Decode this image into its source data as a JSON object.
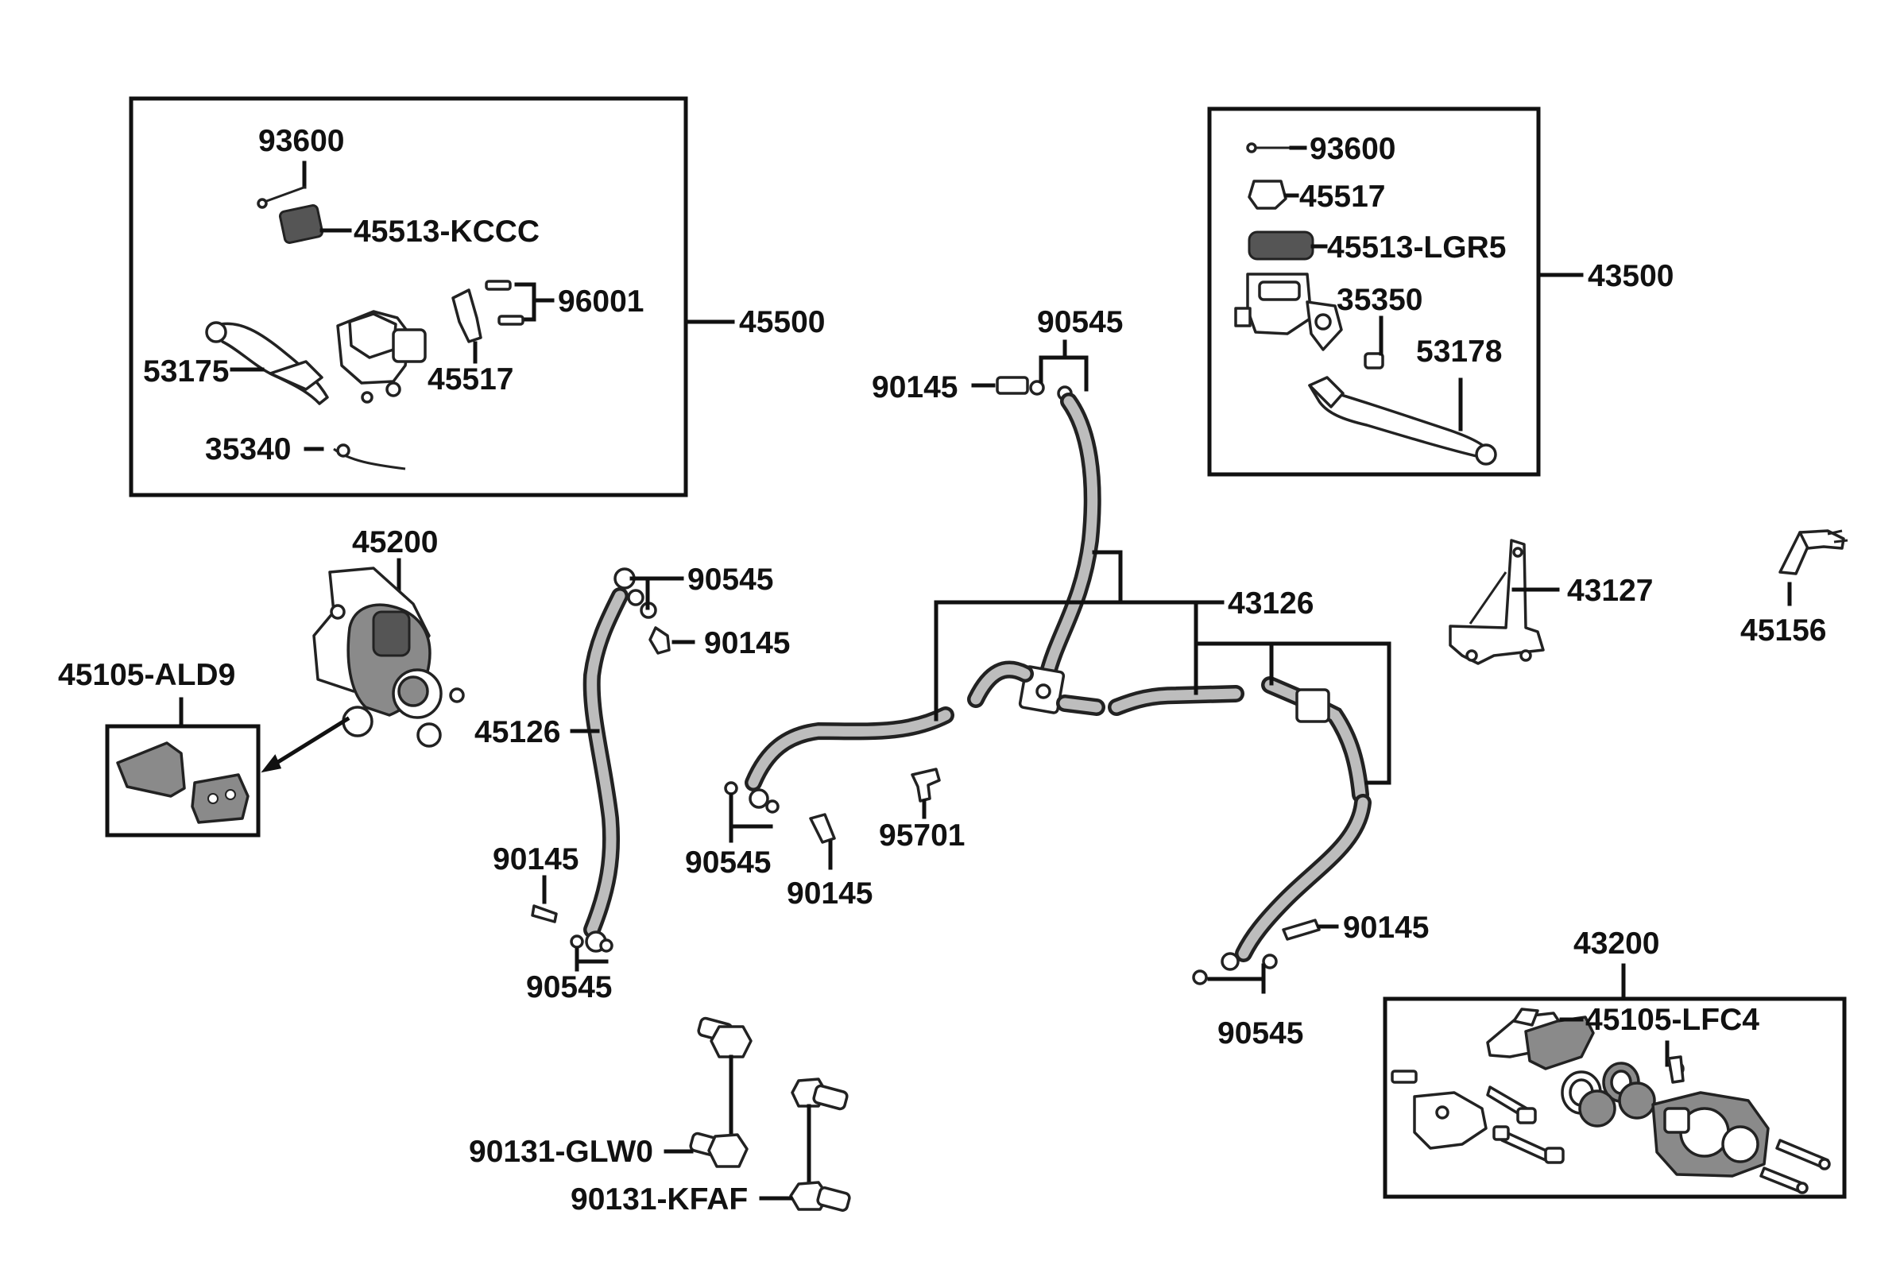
{
  "groups": {
    "front_master_kit": "45500",
    "rear_master_kit": "43500",
    "rear_caliper_kit": "43200"
  },
  "labels": {
    "front_kit": {
      "screw": "93600",
      "cap": "45513-KCCC",
      "screws_96001": "96001",
      "lever": "53175",
      "holder": "45517",
      "switch": "35340"
    },
    "rear_kit": {
      "screw": "93600",
      "holder": "45517",
      "cap": "45513-LGR5",
      "switch": "35350",
      "lever": "53178"
    },
    "front_caliper": "45200",
    "front_pads": "45105-ALD9",
    "front_hose": "45126",
    "front_hose_washer_top": "90545",
    "front_hose_bolt_top": "90145",
    "front_hose_bolt_bottom": "90145",
    "front_hose_washer_bottom": "90545",
    "hose_assy": "43126",
    "top_bolt": "90145",
    "top_washers": "90545",
    "mid_washers": "90545",
    "mid_bolt": "90145",
    "mid_bolt_95701": "95701",
    "right_bolt": "90145",
    "right_washers": "90545",
    "bracket": "43127",
    "clip": "45156",
    "rear_pads": "45105-LFC4",
    "bolt_glw0": "90131-GLW0",
    "bolt_kfaf": "90131-KFAF"
  }
}
